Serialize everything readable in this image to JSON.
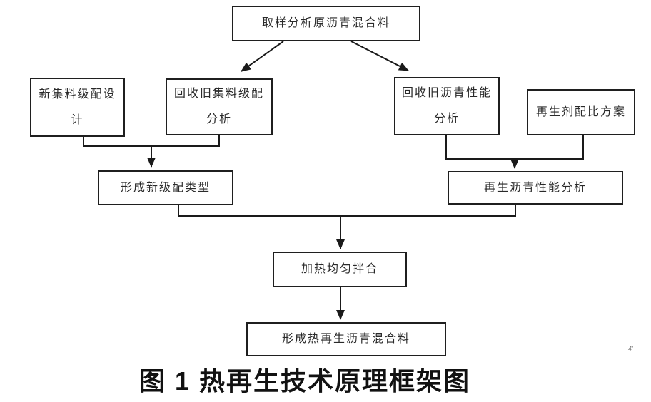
{
  "diagram": {
    "nodes": {
      "sample": "取样分析原沥青混合料",
      "new_aggregate_l1": "新集料级配设",
      "new_aggregate_l2": "计",
      "old_aggregate_l1": "回收旧集料级配",
      "old_aggregate_l2": "分析",
      "old_asphalt_l1": "回收旧沥青性能",
      "old_asphalt_l2": "分析",
      "rejuvenator": "再生剂配比方案",
      "new_gradation": "形成新级配类型",
      "regen_analysis": "再生沥青性能分析",
      "heat_mix": "加热均匀拌合",
      "final_mix": "形成热再生沥青混合料"
    },
    "caption": "图 1 热再生技术原理框架图",
    "stray_mark": "4'",
    "colors": {
      "line": "#1a1a1a",
      "box_border": "#1f1f1f",
      "text": "#2a2a2a",
      "background": "#ffffff"
    }
  }
}
